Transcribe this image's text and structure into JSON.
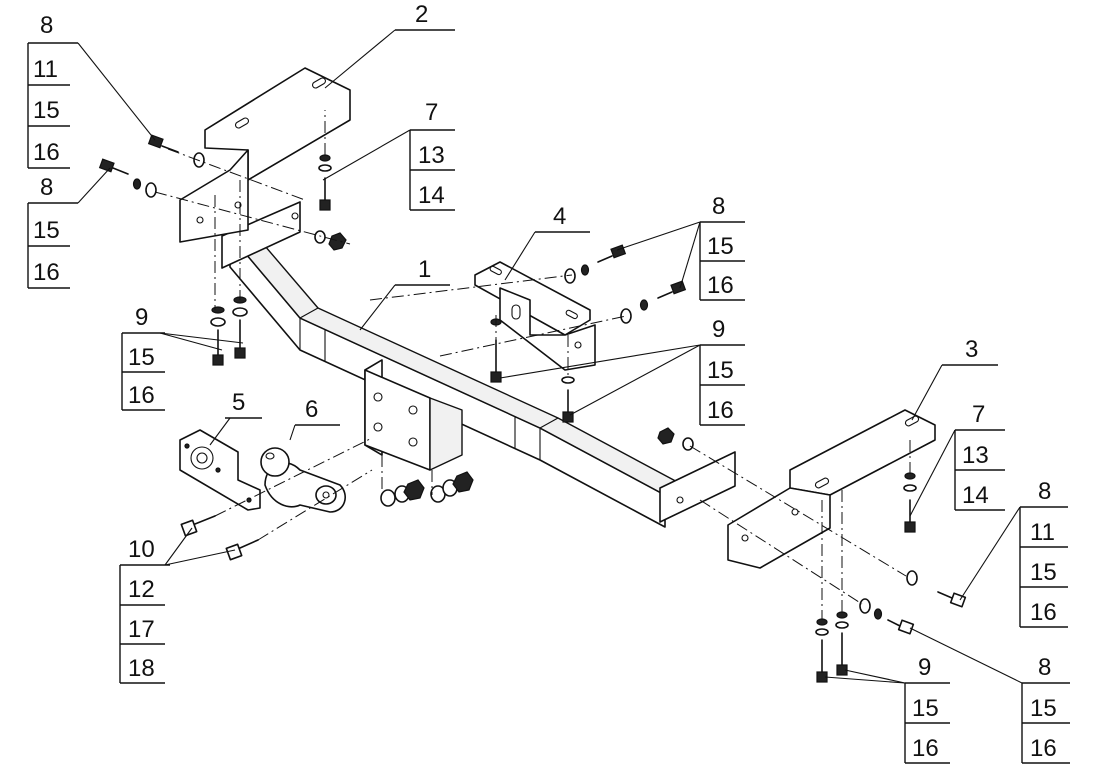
{
  "labels": {
    "c1": "8",
    "c1a": "11",
    "c1b": "15",
    "c1c": "16",
    "c2": "8",
    "c2a": "15",
    "c2b": "16",
    "p2": "2",
    "c3": "7",
    "c3a": "13",
    "c3b": "14",
    "p1": "1",
    "p4": "4",
    "c4": "8",
    "c4a": "15",
    "c4b": "16",
    "c5": "9",
    "c5a": "15",
    "c5b": "16",
    "c6": "9",
    "c6a": "15",
    "c6b": "16",
    "p5": "5",
    "p6": "6",
    "c7": "10",
    "c7a": "12",
    "c7b": "17",
    "c7c": "18",
    "p3": "3",
    "c8": "7",
    "c8a": "13",
    "c8b": "14",
    "c9": "8",
    "c9a": "11",
    "c9b": "15",
    "c9c": "16",
    "c10": "9",
    "c10a": "15",
    "c10b": "16",
    "c11": "8",
    "c11a": "15",
    "c11b": "16"
  }
}
